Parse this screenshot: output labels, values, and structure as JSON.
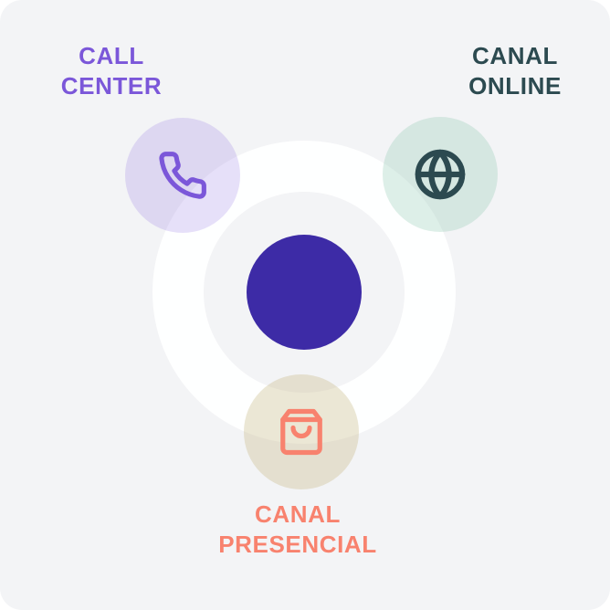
{
  "app": {
    "background_color": "#f3f4f6",
    "ring_color": "rgba(255,255,255,0.92)"
  },
  "diagram": {
    "center": {
      "name": "hub-circle",
      "color": "#3d2ba6"
    },
    "nodes": [
      {
        "id": "call-center",
        "line1": "CALL",
        "line2": "CENTER",
        "icon": "phone-icon",
        "color": "#7b57d9",
        "bubble": "rgba(134,100,225,0.20)"
      },
      {
        "id": "canal-online",
        "line1": "CANAL",
        "line2": "ONLINE",
        "icon": "globe-icon",
        "color": "#2c4a50",
        "bubble": "rgba(125,190,165,0.25)"
      },
      {
        "id": "canal-presencial",
        "line1": "CANAL",
        "line2": "PRESENCIAL",
        "icon": "shopping-bag-icon",
        "color": "#f8826e",
        "bubble": "rgba(195,180,125,0.32)"
      }
    ]
  }
}
